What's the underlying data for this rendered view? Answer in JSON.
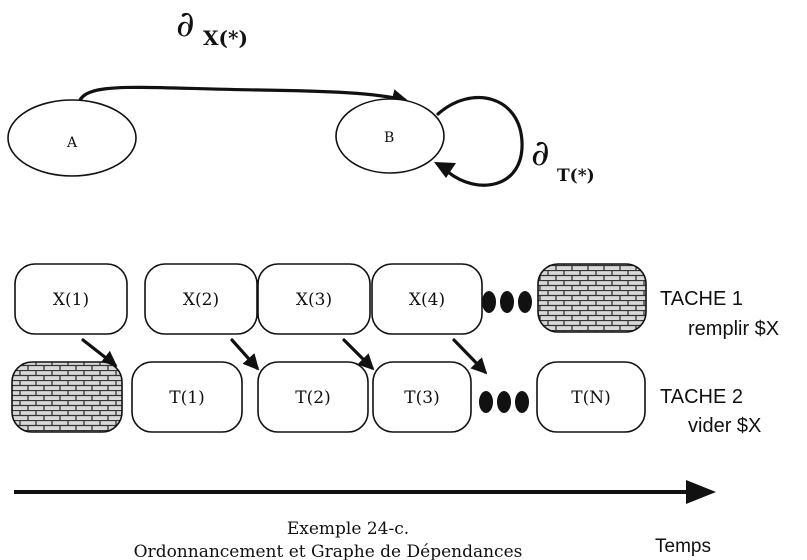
{
  "graph": {
    "deriv_symbol": "∂",
    "edge_x_sub": "X(*)",
    "edge_t_sub": "T(*)",
    "node_a": "A",
    "node_b": "B"
  },
  "schedule": {
    "task1_tiles": [
      "X(1)",
      "X(2)",
      "X(3)",
      "X(4)"
    ],
    "task2_tiles": [
      "T(1)",
      "T(2)",
      "T(3)",
      "T(N)"
    ],
    "task1_title": "TACHE 1",
    "task1_desc": "remplir $X",
    "task2_title": "TACHE 2",
    "task2_desc": "vider $X"
  },
  "time_label": "Temps",
  "caption": {
    "line1": "Exemple 24-c.",
    "line2": "Ordonnancement et Graphe de Dépendances"
  },
  "colors": {
    "ink": "#111111",
    "background": "#ffffff"
  }
}
